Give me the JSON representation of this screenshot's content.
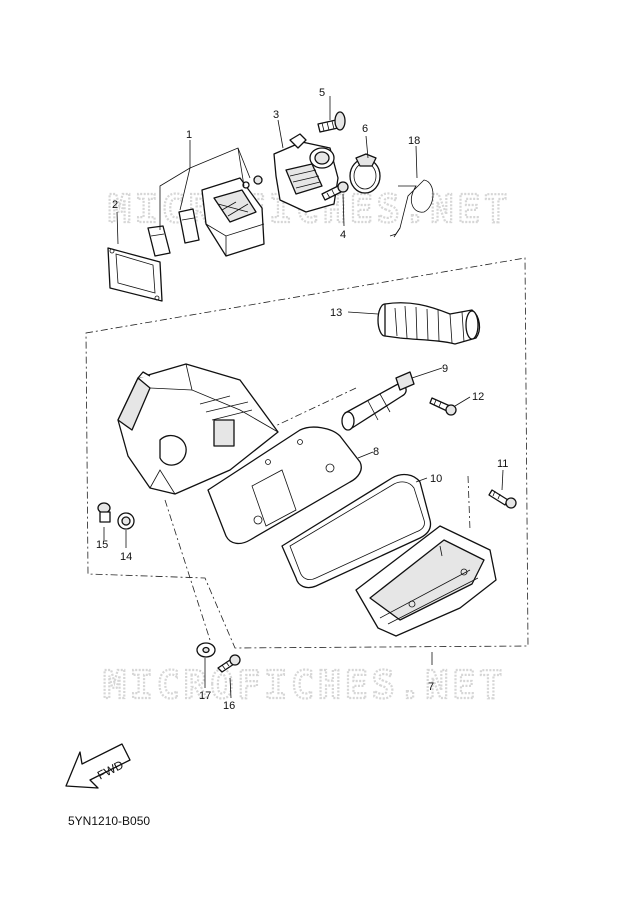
{
  "watermark": {
    "text": "MICROFICHES.NET"
  },
  "diagram_code": "5YN1210-B050",
  "direction_marker": {
    "label": "FWD"
  },
  "callouts": [
    "1",
    "2",
    "3",
    "4",
    "5",
    "6",
    "7",
    "8",
    "9",
    "10",
    "11",
    "12",
    "13",
    "14",
    "15",
    "16",
    "17",
    "18"
  ],
  "colors": {
    "line": "#111111",
    "fill": "#ffffff",
    "shade": "#e6e6e6",
    "watermark": "#d6d6d6"
  }
}
